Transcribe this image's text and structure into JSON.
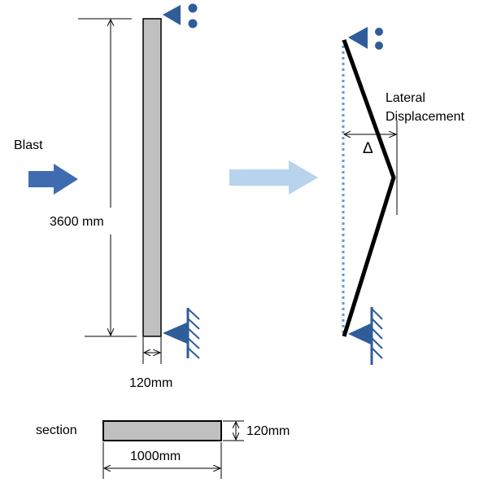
{
  "labels": {
    "blast": "Blast",
    "height": "3600 mm",
    "thickness": "120mm",
    "lateral_line1": "Lateral",
    "lateral_line2": "Displacement",
    "delta": "Δ",
    "section": "section",
    "section_thickness": "120mm",
    "section_width": "1000mm"
  },
  "colors": {
    "arrow_dark": "#3F6CB0",
    "arrow_light": "#B8D3EE",
    "support": "#2F5D99",
    "column_fill": "#C0C0C0",
    "dotted": "#5B9BD5"
  },
  "icons": {
    "roller_support": "roller-support-icon",
    "pin_support": "pin-support-icon",
    "blast_arrow": "arrow-right-icon"
  }
}
